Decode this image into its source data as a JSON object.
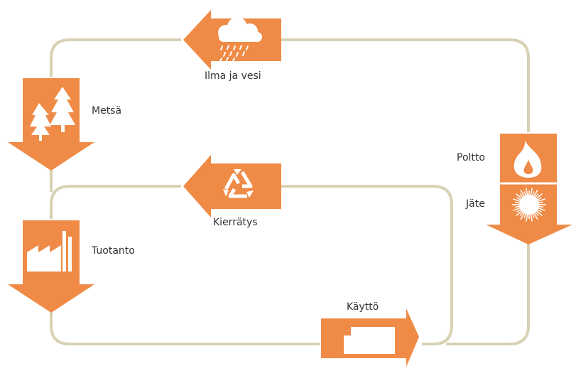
{
  "labels": {
    "air_water": "Ilma ja vesi",
    "forest": "Metsä",
    "production": "Tuotanto",
    "recycling": "Kierrätys",
    "use": "Käyttö",
    "burning": "Poltto",
    "waste": "Jäte"
  },
  "icons": {
    "air_water": "rain-cloud-icon",
    "forest": "trees-icon",
    "production": "factory-icon",
    "recycling": "recycle-icon",
    "use": "paper-sheet-icon",
    "burning": "flame-icon",
    "waste": "burst-icon"
  },
  "colors": {
    "arrow_fill": "#ef8b47",
    "cycle_line": "#d8d2b4",
    "icon_fill": "#ffffff",
    "label_text": "#333333"
  }
}
